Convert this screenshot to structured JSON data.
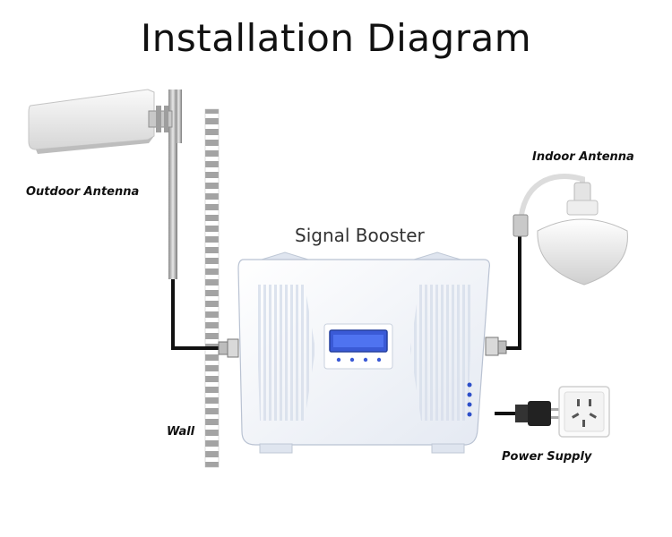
{
  "title": "Installation Diagram",
  "labels": {
    "outdoor_antenna": "Outdoor Antenna",
    "indoor_antenna": "Indoor Antenna",
    "signal_booster": "Signal Booster",
    "wall": "Wall",
    "power_supply": "Power Supply"
  },
  "colors": {
    "cable": "#111111",
    "device_body": "#f1f5fb",
    "display": "#3a5ad6",
    "wall_stripe": "#9a9a9a"
  }
}
